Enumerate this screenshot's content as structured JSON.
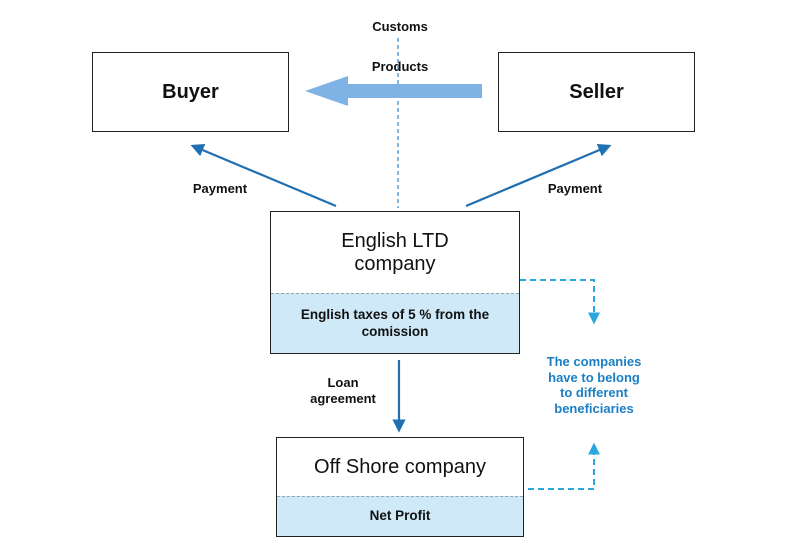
{
  "labels": {
    "customs": "Customs",
    "products": "Products",
    "payment_left": "Payment",
    "payment_right": "Payment",
    "loan": "Loan\nagreement"
  },
  "boxes": {
    "buyer": "Buyer",
    "seller": "Seller",
    "english_ltd": {
      "title": "English LTD\ncompany",
      "tax_note": "English taxes of 5 % from the comission"
    },
    "offshore": {
      "title": "Off Shore company",
      "footer": "Net Profit"
    }
  },
  "note": "The companies\nhave to belong\nto different\nbeneficiaries",
  "colors": {
    "arrow_dark": "#1f6fb2",
    "arrow_light": "#7fb3e6",
    "dashed_cyan": "#29a8e0",
    "panel_fill": "#cfe9f8",
    "note_text": "#1a7fc4"
  }
}
